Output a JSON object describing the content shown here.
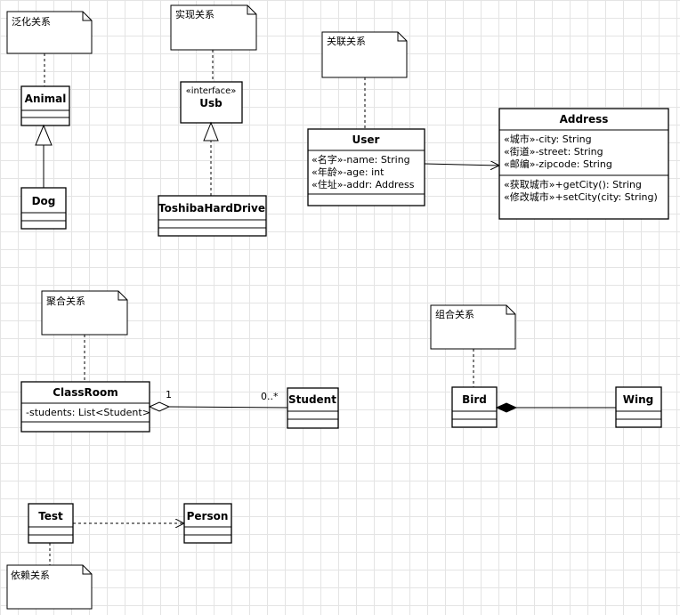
{
  "notes": {
    "generalization": "泛化关系",
    "realization": "实现关系",
    "association": "关联关系",
    "aggregation": "聚合关系",
    "composition": "组合关系",
    "dependency": "依赖关系"
  },
  "classes": {
    "animal": {
      "name": "Animal"
    },
    "dog": {
      "name": "Dog"
    },
    "usb": {
      "stereotype": "«interface»",
      "name": "Usb"
    },
    "toshiba": {
      "name": "ToshibaHardDrive"
    },
    "user": {
      "name": "User",
      "attributes": [
        "«名字»-name: String",
        "«年龄»-age: int",
        "«住址»-addr: Address"
      ]
    },
    "address": {
      "name": "Address",
      "attributes": [
        "«城市»-city: String",
        "«街道»-street: String",
        "«邮编»-zipcode: String"
      ],
      "methods": [
        "«获取城市»+getCity(): String",
        "«修改城市»+setCity(city: String)"
      ]
    },
    "classroom": {
      "name": "ClassRoom",
      "attributes": [
        "-students: List<Student>"
      ]
    },
    "student": {
      "name": "Student"
    },
    "bird": {
      "name": "Bird"
    },
    "wing": {
      "name": "Wing"
    },
    "test": {
      "name": "Test"
    },
    "person": {
      "name": "Person"
    }
  },
  "multiplicity": {
    "classroom_end": "1",
    "student_end": "0..*"
  }
}
